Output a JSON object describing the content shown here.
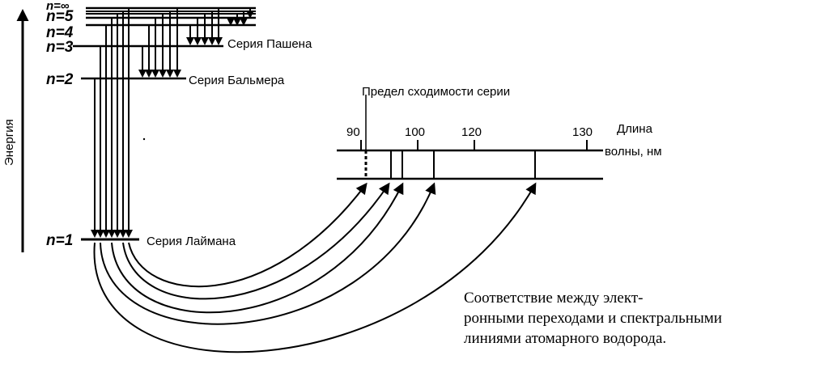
{
  "axis": {
    "label": "Энергия"
  },
  "levels": [
    {
      "label": "n=∞",
      "key": "inf"
    },
    {
      "label": "n=5",
      "key": "5"
    },
    {
      "label": "n=4",
      "key": "4"
    },
    {
      "label": "n=3",
      "key": "3"
    },
    {
      "label": "n=2",
      "key": "2"
    },
    {
      "label": "n=1",
      "key": "1"
    }
  ],
  "series": {
    "paschen": "Серия Пашена",
    "balmer": "Серия Бальмера",
    "lyman": "Серия Лаймана"
  },
  "spectrum": {
    "limit_label": "Предел сходимости серии",
    "ticks": [
      "90",
      "100",
      "120",
      "130"
    ],
    "unit_line1": "Длина",
    "unit_line2": "волны, нм"
  },
  "caption": [
    "Соответствие между элект-",
    "ронными переходами и спектральными",
    "линиями атомарного водорода."
  ],
  "colors": {
    "ink": "#000000",
    "background": "#ffffff"
  }
}
